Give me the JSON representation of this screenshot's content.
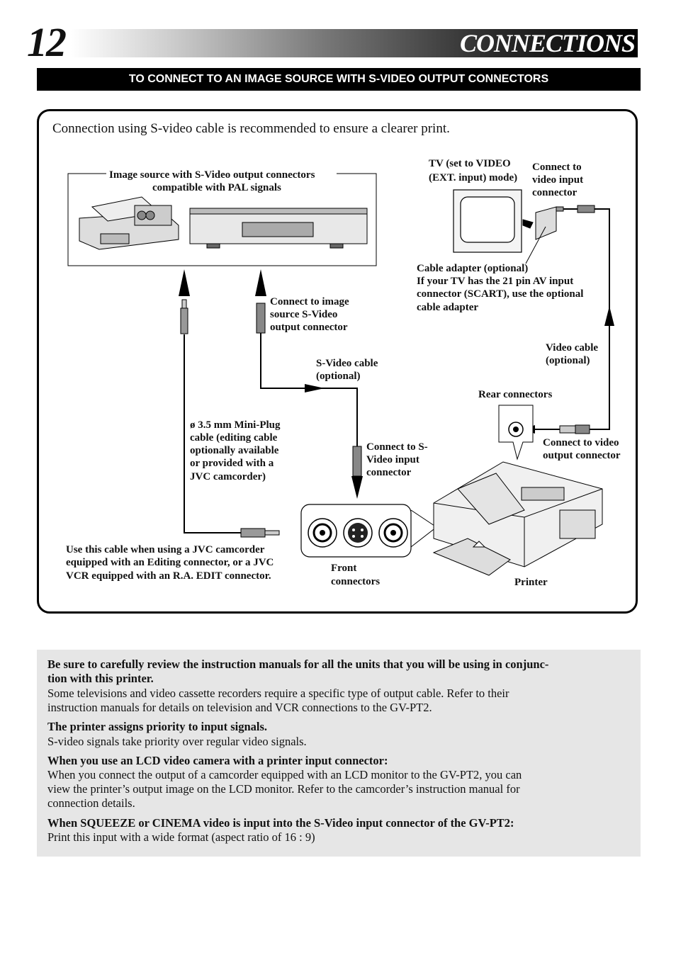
{
  "page": {
    "number": "12",
    "title": "CONNECTIONS"
  },
  "section_title": "TO CONNECT TO AN IMAGE SOURCE WITH S-VIDEO OUTPUT CONNECTORS",
  "intro": "Connection using S-video cable is recommended to ensure a clearer print.",
  "labels": {
    "image_source_1": "Image source with S-Video output connectors",
    "image_source_2": "compatible with PAL signals",
    "tv_1": "TV (set to VIDEO",
    "tv_2": "(EXT. input) mode)",
    "connect_video_in_1": "Connect to",
    "connect_video_in_2": "video input",
    "connect_video_in_3": "connector",
    "adapter_1": "Cable adapter (optional)",
    "adapter_2": "If your TV has the 21 pin AV input",
    "adapter_3": "connector (SCART), use the optional",
    "adapter_4": "cable adapter",
    "connect_image_1": "Connect to image",
    "connect_image_2": "source S-Video",
    "connect_image_3": "output connector",
    "svideo_cable_1": "S-Video cable",
    "svideo_cable_2": "(optional)",
    "video_cable_1": "Video cable",
    "video_cable_2": "(optional)",
    "rear_connectors": "Rear connectors",
    "connect_video_out_1": "Connect to video",
    "connect_video_out_2": "output connector",
    "miniplug_1": "ø 3.5 mm Mini-Plug",
    "miniplug_2": "cable (editing cable",
    "miniplug_3": "optionally available",
    "miniplug_4": "or provided with a",
    "miniplug_5": "JVC camcorder)",
    "connect_svideo_in_1": "Connect to S-",
    "connect_svideo_in_2": "Video input",
    "connect_svideo_in_3": "connector",
    "jvc_note_1": "Use this cable when using a JVC camcorder",
    "jvc_note_2": "equipped with an Editing connector, or a JVC",
    "jvc_note_3": "VCR equipped with an R.A. EDIT connector.",
    "front_1": "Front",
    "front_2": "connectors",
    "printer": "Printer"
  },
  "notes": [
    {
      "heading_1": "Be sure to carefully review the instruction manuals for all the units that you will be using in conjunc-",
      "heading_2": "tion with this printer.",
      "body_1": "Some televisions and video cassette recorders require a specific type of output cable. Refer to their",
      "body_2": "instruction manuals for details on television and VCR connections to the GV-PT2."
    },
    {
      "heading_1": "The printer assigns priority to input signals.",
      "body_1": "S-video signals take priority over regular video signals."
    },
    {
      "heading_1": "When you use an LCD video camera with a printer input connector:",
      "body_1": "When you connect the output of a camcorder equipped with an LCD monitor to the GV-PT2, you can",
      "body_2": "view the printer’s output image on the LCD monitor. Refer to the camcorder’s instruction manual for",
      "body_3": "connection details."
    },
    {
      "heading_1": "When SQUEEZE or CINEMA video is input into the S-Video input connector of the GV-PT2:",
      "body_1": "Print this input with a wide format (aspect ratio of 16 : 9)"
    }
  ]
}
